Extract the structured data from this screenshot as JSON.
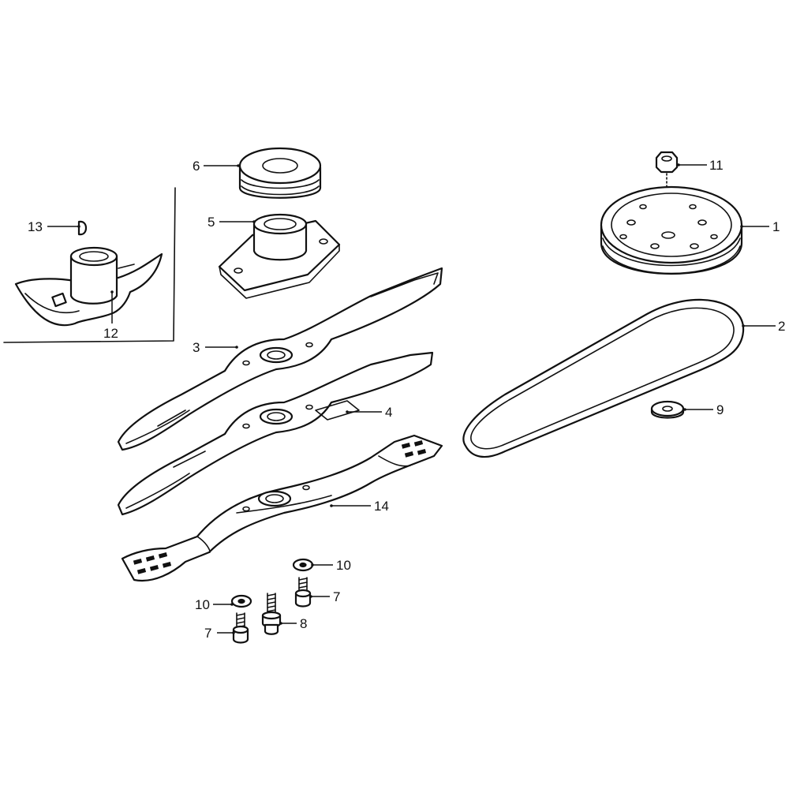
{
  "diagram": {
    "callouts": [
      {
        "id": "pulley",
        "number": "1"
      },
      {
        "id": "belt",
        "number": "2"
      },
      {
        "id": "blade-a",
        "number": "3"
      },
      {
        "id": "blade-b",
        "number": "4"
      },
      {
        "id": "holder",
        "number": "5"
      },
      {
        "id": "cap",
        "number": "6"
      },
      {
        "id": "bolt-left",
        "number": "7"
      },
      {
        "id": "bolt-right",
        "number": "7"
      },
      {
        "id": "bolt-flange",
        "number": "8"
      },
      {
        "id": "washer-9",
        "number": "9"
      },
      {
        "id": "washer-left",
        "number": "10"
      },
      {
        "id": "washer-right",
        "number": "10"
      },
      {
        "id": "nut",
        "number": "11"
      },
      {
        "id": "blade-holder-inset",
        "number": "12"
      },
      {
        "id": "key",
        "number": "13"
      },
      {
        "id": "blade-c",
        "number": "14"
      }
    ]
  }
}
